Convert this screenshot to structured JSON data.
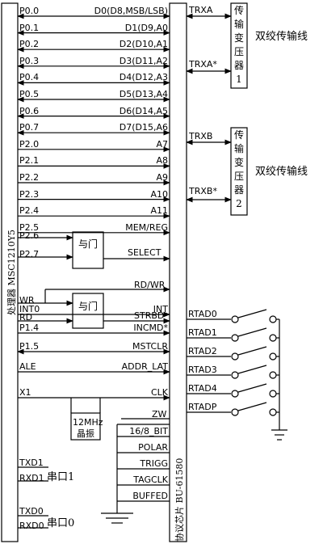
{
  "processor": {
    "label": "处理器 MSC1210Y5"
  },
  "protocol_chip": {
    "label": "协议芯片 BU-61580"
  },
  "bus_pins": [
    {
      "left": "P0.0",
      "right": "D0(D8,MSB/LSB)"
    },
    {
      "left": "P0.1",
      "right": "D1(D9,A0"
    },
    {
      "left": "P0.2",
      "right": "D2(D10,A1"
    },
    {
      "left": "P0.3",
      "right": "D3(D11,A2"
    },
    {
      "left": "P0.4",
      "right": "D4(D12,A3"
    },
    {
      "left": "P0.5",
      "right": "D5(D13,A4"
    },
    {
      "left": "P0.6",
      "right": "D6(D14,A5"
    },
    {
      "left": "P0.7",
      "right": "D7(D15,A6"
    },
    {
      "left": "P2.0",
      "right": "A7"
    },
    {
      "left": "P2.1",
      "right": "A8"
    },
    {
      "left": "P2.2",
      "right": "A9"
    },
    {
      "left": "P2.3",
      "right": "A10"
    },
    {
      "left": "P2.4",
      "right": "A11"
    },
    {
      "left": "P2.5",
      "right": "MEM/REG"
    }
  ],
  "and_gate_1": {
    "label": "与门",
    "inputs": [
      "P2.6",
      "P2.7"
    ],
    "output": "SELECT"
  },
  "rd_wr": {
    "label": "RD/WR"
  },
  "and_gate_2": {
    "label": "与门",
    "inputs": [
      "WR",
      "RD"
    ],
    "output": "STRBD"
  },
  "lower_pins": [
    {
      "left": "INT0",
      "right": "INT"
    },
    {
      "left": "P1.4",
      "right": "INCMD*"
    },
    {
      "left": "P1.5",
      "right": "MSTCLR"
    },
    {
      "left": "ALE",
      "right": "ADDR_LAT"
    },
    {
      "left": "X1",
      "right": "CLK"
    }
  ],
  "zw": "ZW",
  "crystal": {
    "line1": "12MHz",
    "line2": "晶振"
  },
  "tied_pins": [
    "16/8_BIT",
    "POLAR",
    "TRIGG",
    "TAGCLK",
    "BUFFED"
  ],
  "serial_ports": [
    {
      "tx": "TXD1",
      "rx": "RXD1",
      "label": "串口1"
    },
    {
      "tx": "TXD0",
      "rx": "RXD0",
      "label": "串口0"
    }
  ],
  "transceivers": [
    {
      "pin_a": "TRXA",
      "pin_b": "TRXA*",
      "transformer": [
        "传",
        "输",
        "变",
        "压",
        "器",
        "1"
      ],
      "line": "双绞传输线"
    },
    {
      "pin_a": "TRXB",
      "pin_b": "TRXB*",
      "transformer": [
        "传",
        "输",
        "变",
        "压",
        "器",
        "2"
      ],
      "line": "双绞传输线"
    }
  ],
  "rtad_pins": [
    "RTAD0",
    "RTAD1",
    "RTAD2",
    "RTAD3",
    "RTAD4",
    "RTADP"
  ]
}
